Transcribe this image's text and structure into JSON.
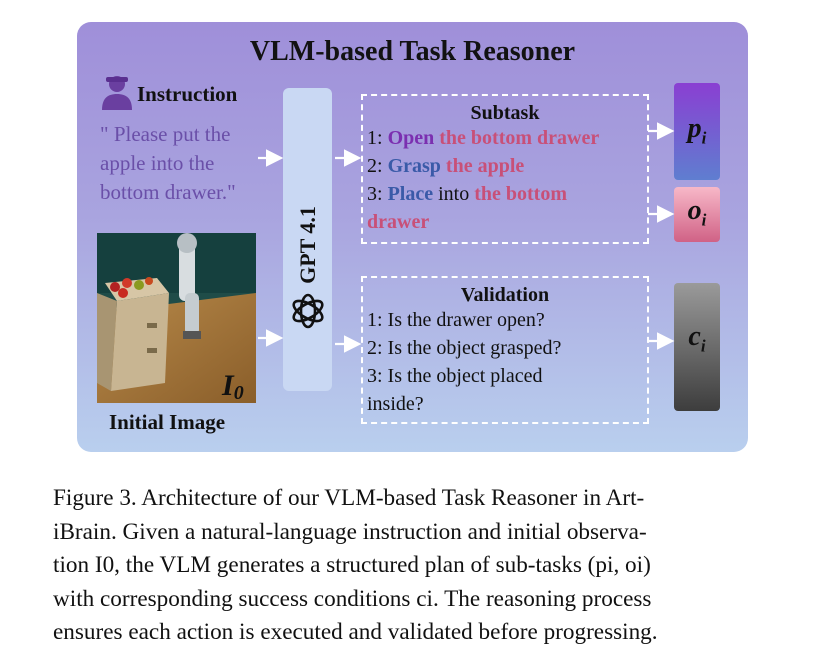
{
  "title": "VLM-based Task Reasoner",
  "instruction": {
    "label": "Instruction",
    "text_lines": [
      "\" Please put the",
      "apple into the",
      "bottom drawer.\""
    ]
  },
  "model": {
    "name": "GPT 4.1"
  },
  "subtask": {
    "title": "Subtask",
    "lines": [
      [
        {
          "t": "1: ",
          "c": ""
        },
        {
          "t": "Open",
          "c": "purple"
        },
        {
          "t": " ",
          "c": ""
        },
        {
          "t": "the bottom drawer",
          "c": "pink"
        }
      ],
      [
        {
          "t": "2: ",
          "c": ""
        },
        {
          "t": "Grasp",
          "c": "blue"
        },
        {
          "t": " ",
          "c": ""
        },
        {
          "t": "the apple",
          "c": "pink"
        }
      ],
      [
        {
          "t": "3: ",
          "c": ""
        },
        {
          "t": "Place",
          "c": "blue"
        },
        {
          "t": " into ",
          "c": ""
        },
        {
          "t": "the bottom",
          "c": "pink"
        }
      ],
      [
        {
          "t": "drawer",
          "c": "pink"
        }
      ]
    ]
  },
  "validation": {
    "title": "Validation",
    "lines": [
      "1: Is the drawer open?",
      "2: Is the object grasped?",
      "3: Is the object placed",
      "inside?"
    ]
  },
  "outputs": {
    "p": {
      "sym": "p",
      "sub": "i"
    },
    "o": {
      "sym": "o",
      "sub": "i"
    },
    "c": {
      "sym": "c",
      "sub": "i"
    }
  },
  "image": {
    "label": "Initial Image",
    "symbol": "I",
    "sub": "0"
  },
  "caption": {
    "lines": [
      "Figure 3.  Architecture of our VLM-based Task Reasoner in Art-",
      "iBrain.  Given a natural-language instruction and initial observa-",
      "tion I0, the VLM generates a structured plan of sub-tasks (pi, oi)",
      "with corresponding success conditions ci.  The reasoning process",
      "ensures each action is executed and validated before progressing."
    ]
  },
  "colors": {
    "panel_top": "#9f8fd9",
    "panel_bottom": "#b9cfee",
    "instruction_text": "#6a4fa8",
    "verb_purple": "#7b2fb0",
    "verb_blue": "#3a5aa8",
    "object_pink": "#c85078"
  }
}
